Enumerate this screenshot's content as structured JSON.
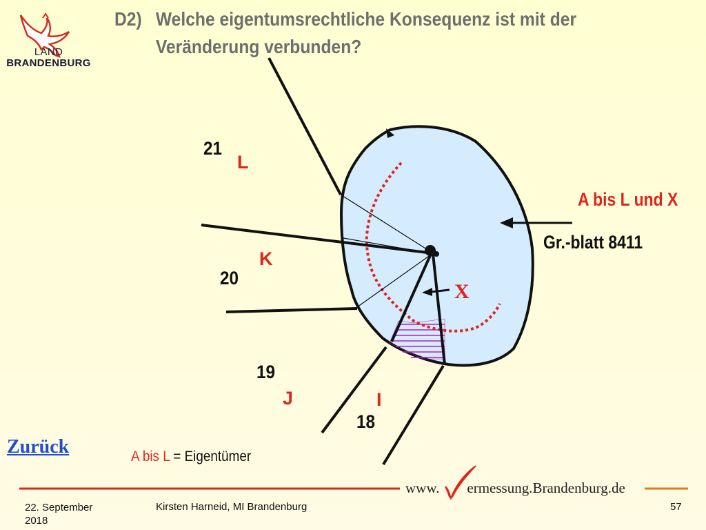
{
  "slide": {
    "title_number": "D2)",
    "title_line1": "Welche eigentumsrechtliche Konsequenz ist mit der",
    "title_line2": "Veränderung verbunden?"
  },
  "logo": {
    "line1": "LAND",
    "line2": "BRANDENBURG"
  },
  "diagram": {
    "parcel_21": "21",
    "parcel_20": "20",
    "parcel_19": "19",
    "parcel_18": "18",
    "owner_L": "L",
    "owner_K": "K",
    "owner_J": "J",
    "owner_I": "I",
    "owner_X": "X",
    "callout_owners": "A bis L und X",
    "callout_sheet": "Gr.-blatt 8411"
  },
  "nav": {
    "back_label": "Zurück"
  },
  "legend": {
    "range": "A bis L",
    "text": " = Eigentümer"
  },
  "website": {
    "prefix": "www.",
    "suffix": "ermessung.Brandenburg.de"
  },
  "footer": {
    "date_line1": "22. September",
    "date_line2": "2018",
    "author": "Kirsten Harneid, MI Brandenburg",
    "page_number": "57"
  },
  "colors": {
    "accent_red": "#e0241b",
    "title_gray": "#6e6e6e",
    "parcel_fill": "#d4ecfd",
    "hatch": "#b020c0",
    "link_blue": "#1f4fd0"
  }
}
